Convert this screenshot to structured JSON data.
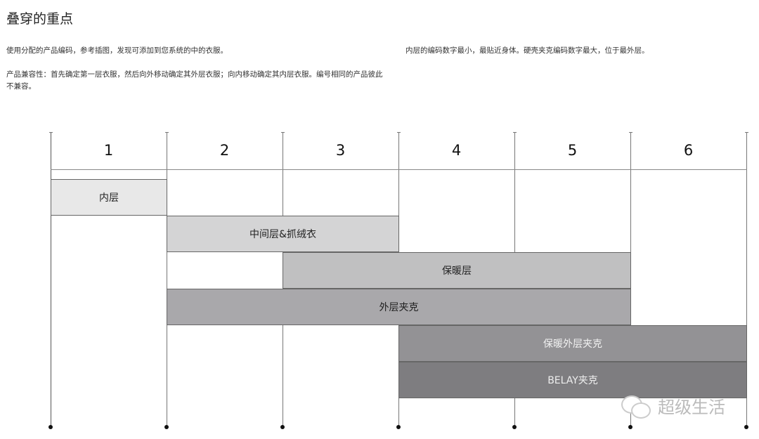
{
  "header": {
    "title": "叠穿的重点",
    "para1": "使用分配的产品编码，参考插图，发现可添加到您系统的中的衣服。",
    "para2": "产品兼容性：首先确定第一层衣服，然后向外移动确定其外层衣服；向内移动确定其内层衣服。编号相同的产品彼此不兼容。",
    "para3": "内层的编码数字最小，最贴近身体。硬壳夹克编码数字最大，位于最外层。"
  },
  "columns": [
    "1",
    "2",
    "3",
    "4",
    "5",
    "6"
  ],
  "layers": [
    {
      "label": "内层",
      "start": 1,
      "end": 1,
      "color": "#e8e8e8",
      "text_color": "#222"
    },
    {
      "label": "中间层&抓绒衣",
      "start": 2,
      "end": 3,
      "color": "#d4d4d5",
      "text_color": "#222"
    },
    {
      "label": "保暖层",
      "start": 3,
      "end": 5,
      "color": "#c0c0c1",
      "text_color": "#222"
    },
    {
      "label": "外层夹克",
      "start": 2,
      "end": 5,
      "color": "#a9a8ab",
      "text_color": "#222"
    },
    {
      "label": "保暖外层夹克",
      "start": 4,
      "end": 6,
      "color": "#939295",
      "text_color": "#f2f2f2"
    },
    {
      "label": "BELAY夹克",
      "start": 4,
      "end": 6,
      "color": "#7e7d80",
      "text_color": "#eeeeee"
    }
  ],
  "watermark": {
    "icon": "wechat-icon",
    "text": "超级生活"
  }
}
